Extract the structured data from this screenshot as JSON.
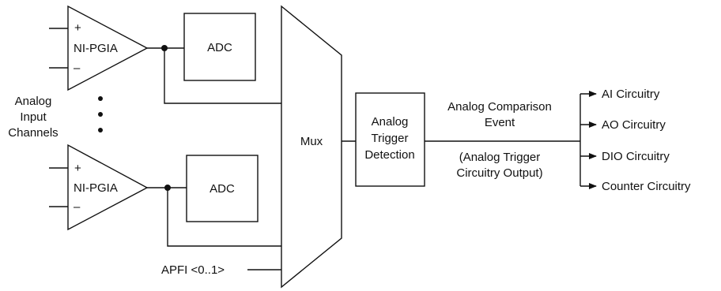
{
  "amp_top": {
    "label": "NI-PGIA",
    "plus": "+",
    "minus": "–"
  },
  "amp_bottom": {
    "label": "NI-PGIA",
    "plus": "+",
    "minus": "–"
  },
  "adc_top": {
    "label": "ADC"
  },
  "adc_bottom": {
    "label": "ADC"
  },
  "input_label": {
    "line1": "Analog",
    "line2": "Input",
    "line3": "Channels"
  },
  "mux": {
    "label": "Mux"
  },
  "apfi": {
    "label": "APFI <0..1>"
  },
  "trigger": {
    "line1": "Analog",
    "line2": "Trigger",
    "line3": "Detection"
  },
  "event": {
    "line1": "Analog Comparison",
    "line2": "Event"
  },
  "output_note": {
    "line1": "(Analog Trigger",
    "line2": "Circuitry Output)"
  },
  "outputs": [
    "AI Circuitry",
    "AO Circuitry",
    "DIO Circuitry",
    "Counter Circuitry"
  ],
  "colors": {
    "line": "#111111",
    "background": "#ffffff"
  }
}
